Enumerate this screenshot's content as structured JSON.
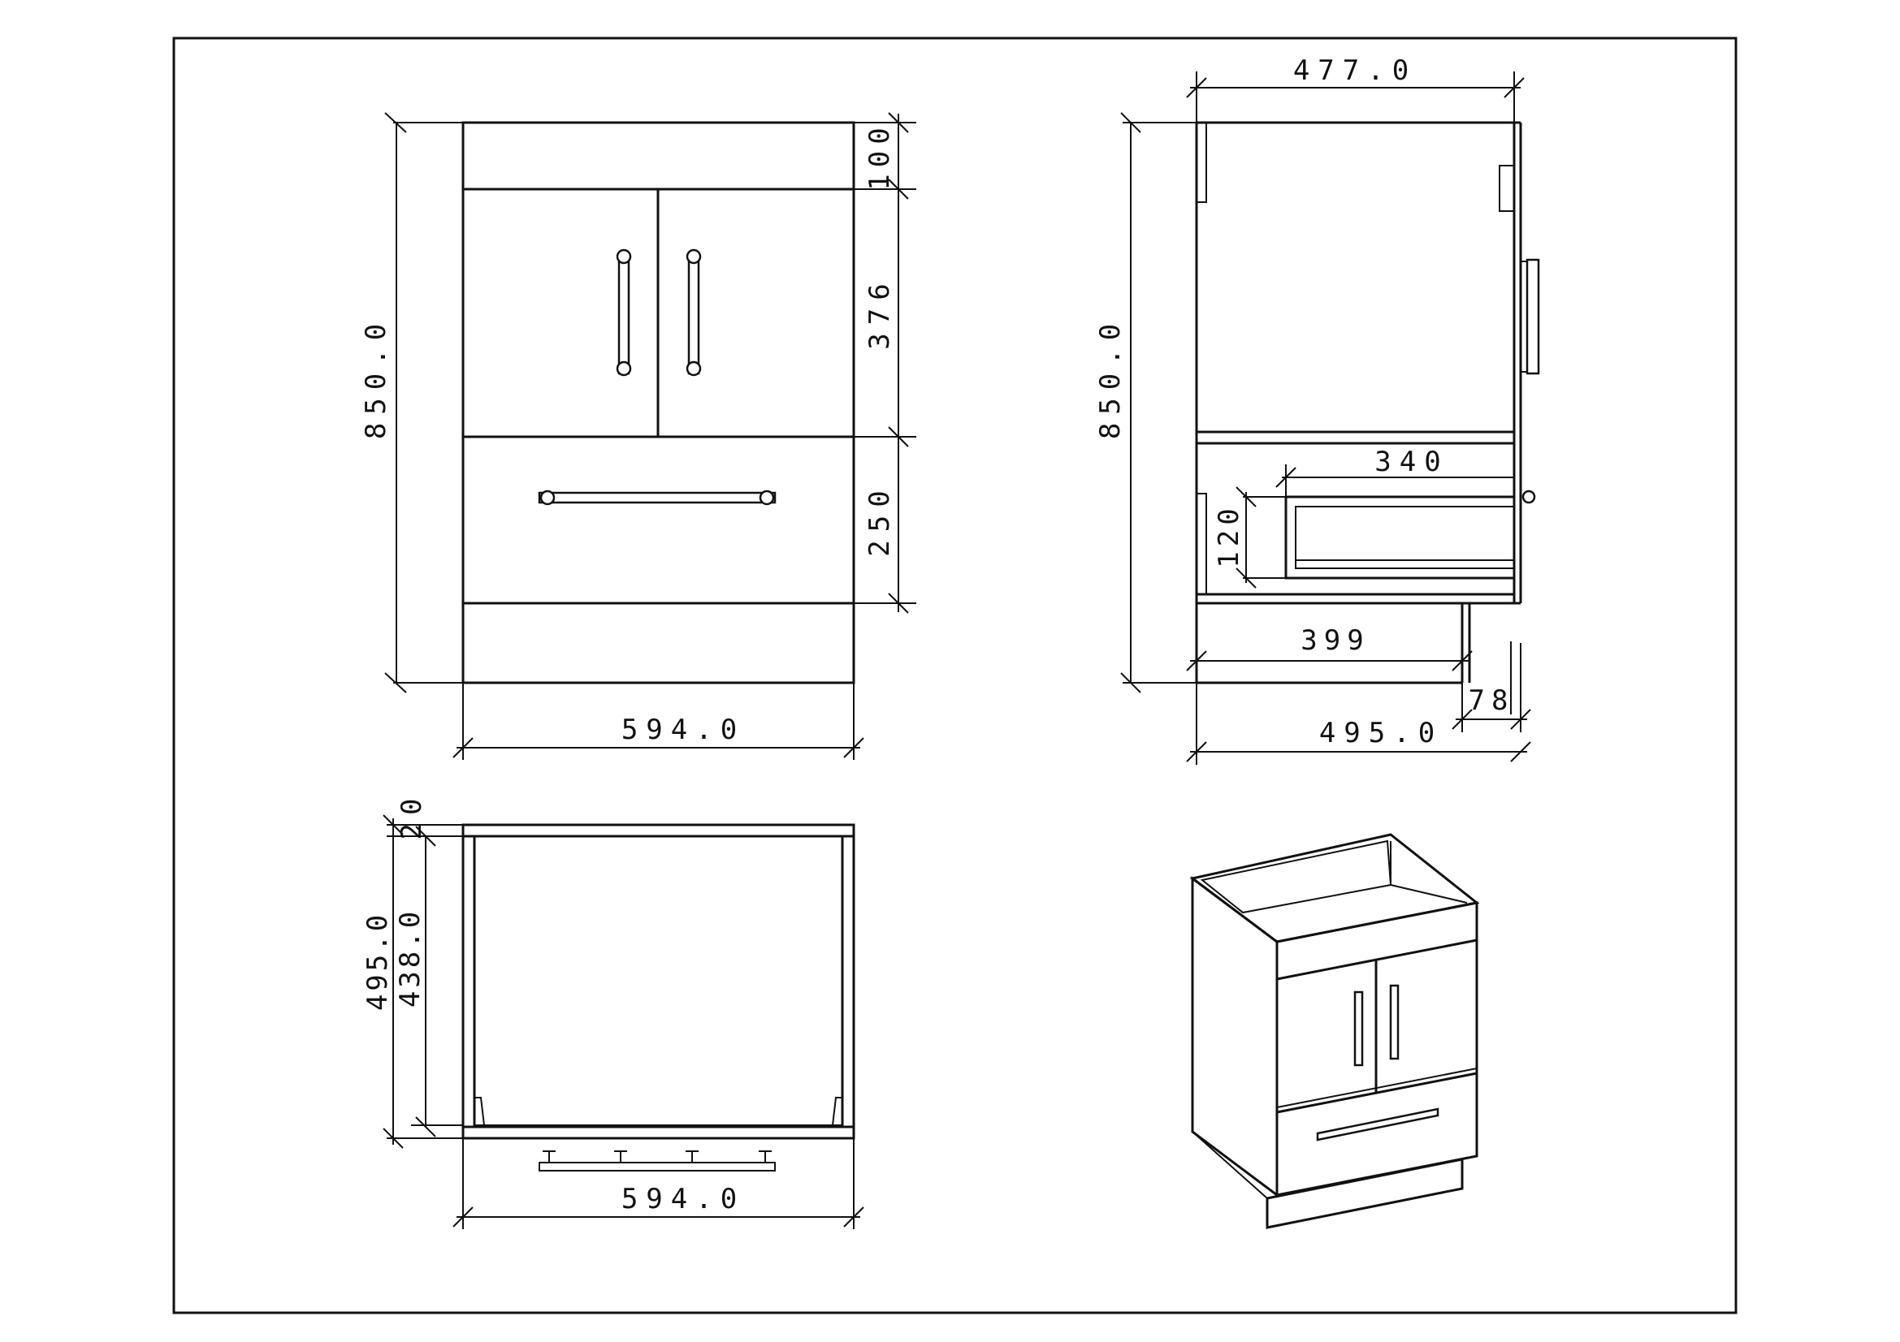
{
  "front_view": {
    "height": "850.0",
    "width": "594.0",
    "top_rail": "100",
    "door_height": "376",
    "drawer_height": "250"
  },
  "side_view": {
    "depth_top": "477.0",
    "height": "850.0",
    "drawer_depth": "340",
    "drawer_box_height": "120",
    "base_depth": "399",
    "offset": "78",
    "depth_bottom": "495.0"
  },
  "top_view": {
    "panel": "20",
    "depth_outer": "495.0",
    "depth_inner": "438.0",
    "width": "594.0"
  }
}
